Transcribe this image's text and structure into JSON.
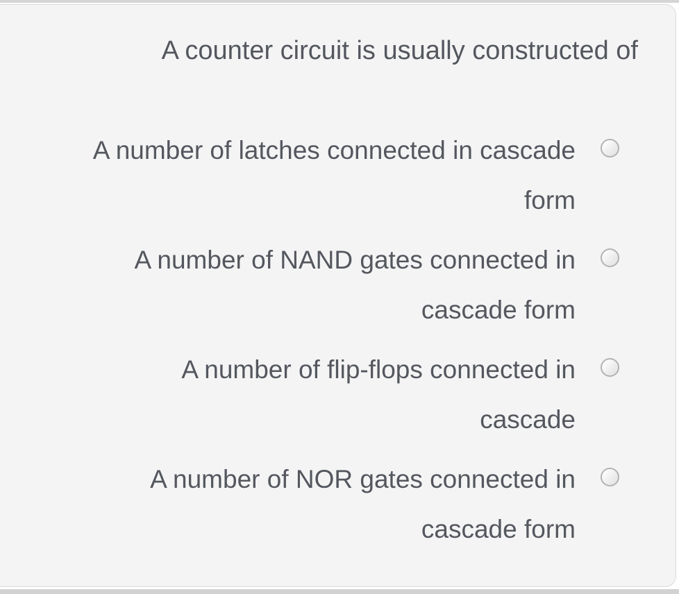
{
  "question": {
    "title": "A counter circuit is usually constructed of"
  },
  "options": [
    {
      "label": "A number of latches connected in cascade form",
      "lines": [
        "A number of latches connected in cascade",
        "form"
      ],
      "selected": false
    },
    {
      "label": "A number of NAND gates connected in cascade form",
      "lines": [
        "A number of NAND gates connected in",
        "cascade form"
      ],
      "selected": false
    },
    {
      "label": "A number of flip-flops connected in cascade",
      "lines": [
        "A number of flip-flops connected in",
        "cascade"
      ],
      "selected": false
    },
    {
      "label": "A number of NOR gates connected in cascade form",
      "lines": [
        "A number of NOR gates connected in",
        "cascade form"
      ],
      "selected": false
    }
  ],
  "colors": {
    "card_background": "#f4f4f5",
    "card_border": "#dadada",
    "text": "#54575e",
    "radio_border": "#b3b3b3",
    "band": "#d2d2d2",
    "page_background": "#ffffff"
  }
}
